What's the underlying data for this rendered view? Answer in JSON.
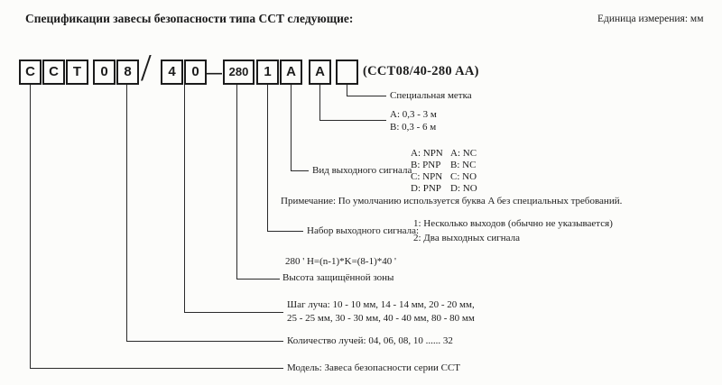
{
  "header": {
    "title": "Спецификации завесы безопасности типа ССТ следующие:",
    "unit_label": "Единица измерения: мм"
  },
  "model_code": {
    "boxes": {
      "c1": "C",
      "c2": "C",
      "t": "T",
      "n0": "0",
      "n8": "8",
      "n4": "4",
      "n0b": "0",
      "n280": "280",
      "n1": "1",
      "a1": "A",
      "a2": "A",
      "special": ""
    },
    "slash": "/",
    "dash": "—",
    "full_code": "(CCT08/40-280 AA)"
  },
  "callouts": {
    "special_mark": "Специальная метка",
    "range": {
      "a": "A: 0,3 - 3 м",
      "b": "B: 0,3 - 6 м"
    },
    "output_type": {
      "label": "Вид выходного сигнала",
      "table": {
        "r1c1": "A: NPN",
        "r1c2": "A: NC",
        "r2c1": "B: PNP",
        "r2c2": "B: NC",
        "r3c1": "C: NPN",
        "r3c2": "C: NO",
        "r4c1": "D: PNP",
        "r4c2": "D: NO"
      }
    },
    "note": "Примечание: По умолчанию используется буква A без специальных требований.",
    "output_set": {
      "label": "Набор выходного сигнала:",
      "opt1": "1: Несколько выходов (обычно не указывается)",
      "opt2": "2: Два выходных сигнала"
    },
    "protected_height": {
      "formula": "280  ' H=(n-1)*K=(8-1)*40 '",
      "label": "Высота защищённой зоны"
    },
    "beam_step": {
      "line1": "Шаг луча: 10 - 10 мм, 14 - 14 мм, 20 - 20 мм,",
      "line2": "25 - 25 мм, 30 - 30 мм, 40 - 40 мм, 80 - 80 мм"
    },
    "beam_count": "Количество лучей: 04, 06, 08, 10 ...... 32",
    "model": "Модель: Завеса безопасности серии ССТ"
  }
}
